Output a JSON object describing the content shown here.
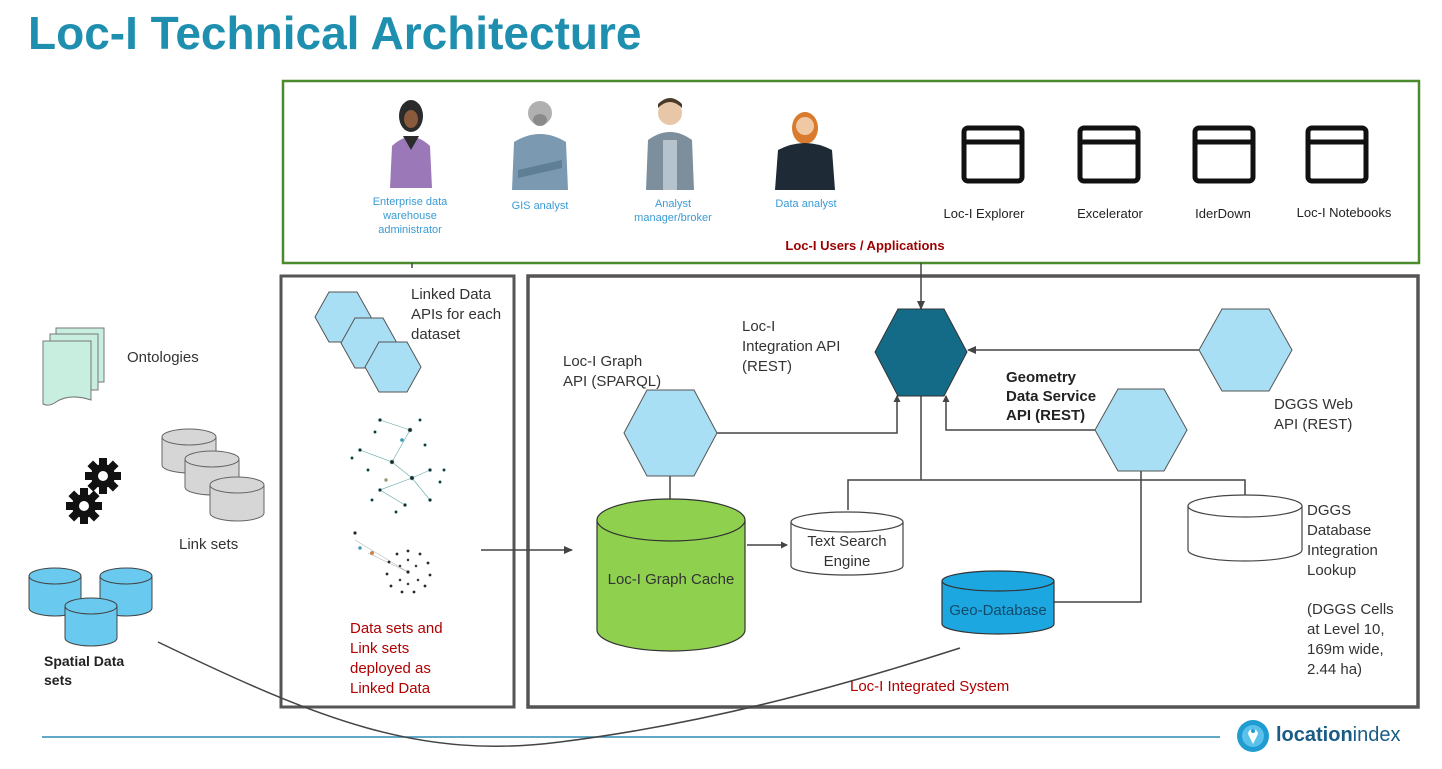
{
  "title": "Loc-I Technical Architecture",
  "users": [
    {
      "label": "Enterprise data\nwarehouse\nadministrator",
      "icon": "admin-person-icon"
    },
    {
      "label": "GIS analyst",
      "icon": "gis-analyst-person-icon"
    },
    {
      "label": "Analyst\nmanager/broker",
      "icon": "analyst-manager-person-icon"
    },
    {
      "label": "Data analyst",
      "icon": "data-analyst-person-icon"
    }
  ],
  "applications": [
    "Loc-I Explorer",
    "Excelerator",
    "IderDown",
    "Loc-I Notebooks"
  ],
  "users_applications_label": "Loc-I Users / Applications",
  "left_items": {
    "ontologies": "Ontologies",
    "link_sets": "Link sets",
    "spatial_data_sets": "Spatial Data\nsets"
  },
  "linked_data": {
    "apis_label": "Linked Data\nAPIs for each\ndataset",
    "deployed_label": "Data sets and\nLink sets\ndeployed as\nLinked Data"
  },
  "integrated": {
    "integration_api": "Loc-I\nIntegration API\n(REST)",
    "graph_api": "Loc-I Graph\nAPI (SPARQL)",
    "geometry_api": "Geometry\nData Service\nAPI (REST)",
    "dggs_web_api": "DGGS Web\nAPI (REST)",
    "graph_cache": "Loc-I Graph Cache",
    "text_search": "Text Search\nEngine",
    "geo_database": "Geo-Database",
    "dggs_database": "DGGS\nDatabase\nIntegration\nLookup",
    "dggs_note": "(DGGS Cells\nat Level 10,\n169m wide,\n2.44 ha)",
    "system_label": "Loc-I Integrated System"
  },
  "logo": {
    "bold": "location",
    "rest": "index"
  },
  "colors": {
    "title": "#1f8fb0",
    "hex_light": "#a9dff5",
    "hex_dark": "#136b87",
    "graph_cache": "#8fd14f",
    "geo_database": "#1ca7e0",
    "user_box_border": "#4c8a2e",
    "red_text": "#b00000"
  }
}
